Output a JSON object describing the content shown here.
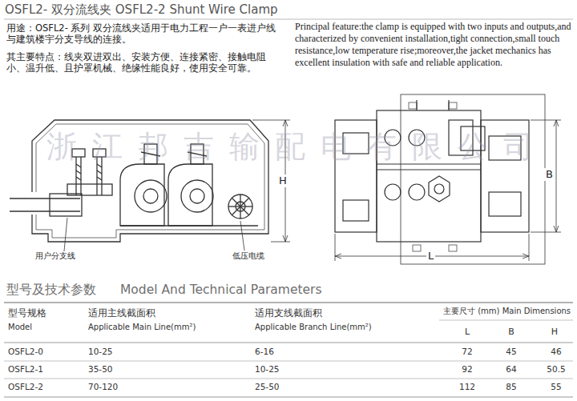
{
  "diagram": {
    "title": "OSFL2- 双分流线夹 OSFL2-2 Shunt Wire Clamp",
    "labels": [
      "用途：OSFL2- 系列 双分流线夹适用于电力工程一户一表进户线 与建筑楼宇分支导线的连接。",
      "其主要特点：线夹双进双出、安装方便、连接紧密、接触电阻 小、温升低、且护罩机械、绝缘性能良好，使用安全可靠。",
      "Principal feature:the clamp is equipped with two inputs and outputs,and characterized by convenient installation,tight connection,small touch resistance,low temperature rise;moreover,the jacket mechanics has excellent insulation with safe and reliable application.",
      "H",
      "用户分支线",
      "低压电缆",
      "B",
      "L",
      "浙江邦吉输配电有限公司",
      "型号及技术参数",
      "Model And Technical Parameters",
      "型号规格",
      "Model",
      "适用主线截面积",
      "Applicable Main Line(mm²)",
      "适用支线截面积",
      "Applicable Branch Line(mm²)",
      "主要尺寸 (mm) Main Dimensions",
      "L",
      "B",
      "H",
      "OSFL2-0",
      "10-25",
      "6-16",
      "72",
      "45",
      "46",
      "OSFL2-1",
      "35-50",
      "10-25",
      "92",
      "64",
      "50.5",
      "OSFL2-2",
      "70-120",
      "25-50",
      "112",
      "85",
      "55"
    ]
  }
}
